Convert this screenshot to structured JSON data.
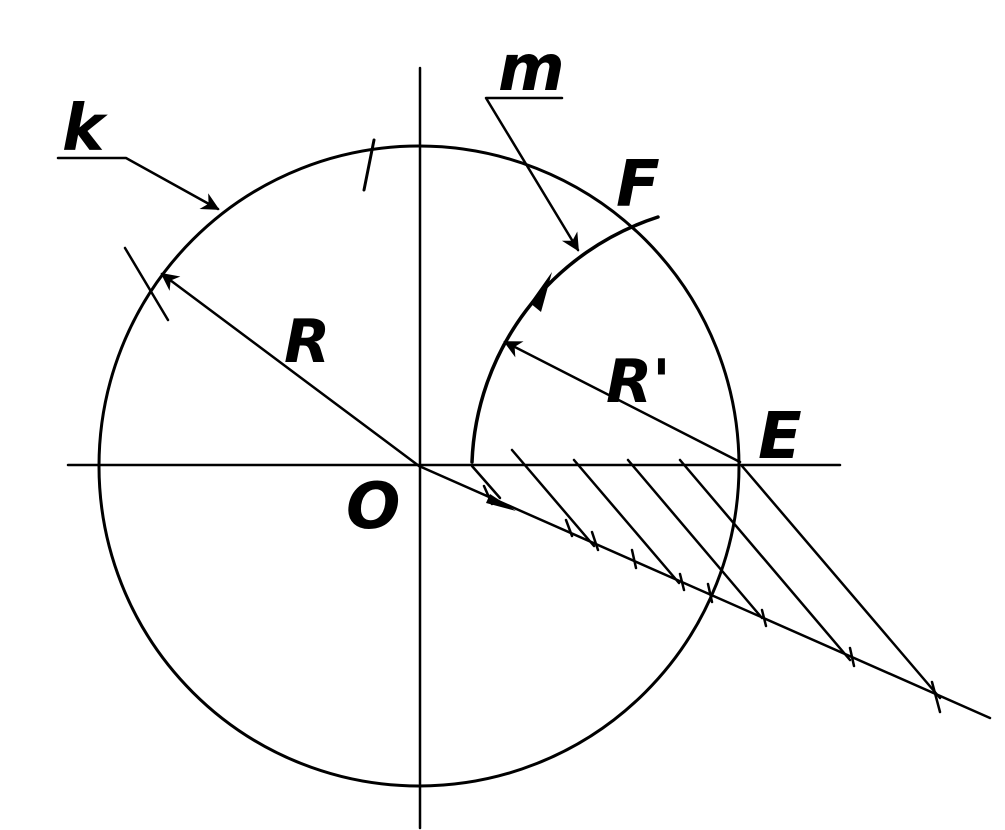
{
  "labels": {
    "k": "k",
    "m": "m",
    "F": "F",
    "R": "R",
    "R_prime": "R'",
    "E": "E",
    "O": "O"
  },
  "colors": {
    "ink": "#000000",
    "paper": "#ffffff"
  }
}
